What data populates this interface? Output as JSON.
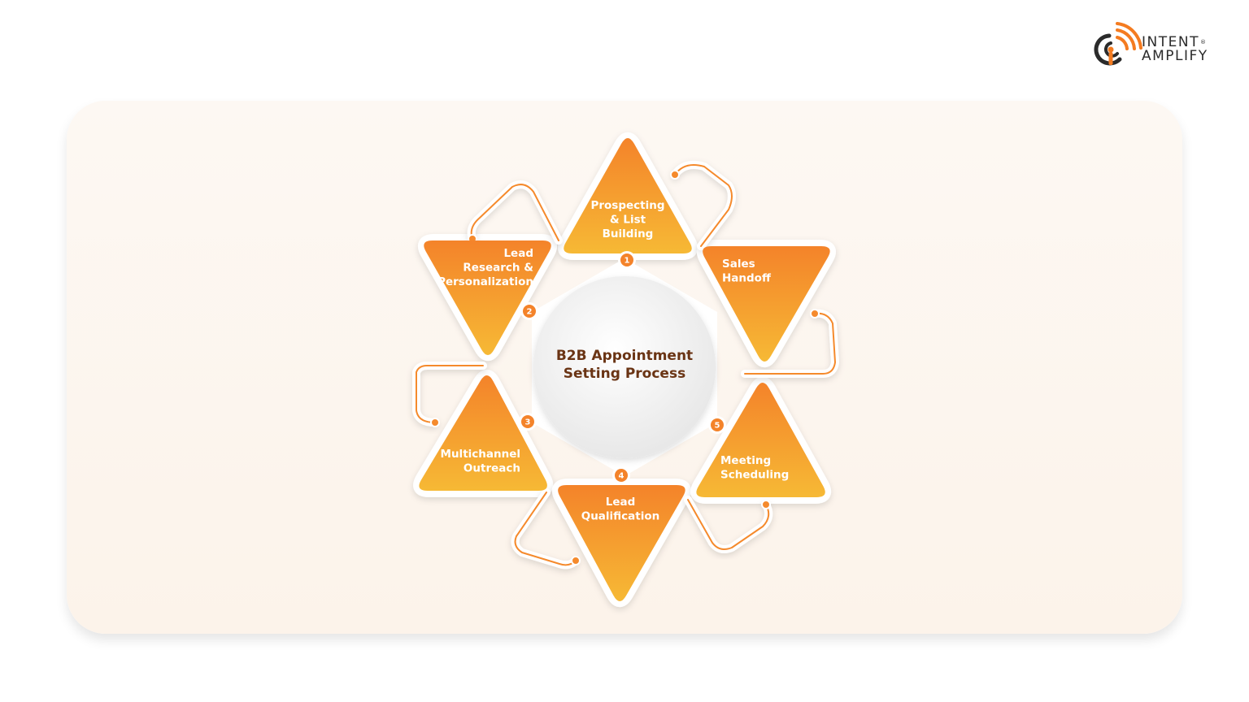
{
  "brand": {
    "line1": "INTENT",
    "line2": "AMPLIFY",
    "registered": "®",
    "icon": "broadcast-signal-icon",
    "colors": {
      "orange": "#f47b20",
      "dark": "#2b2b2b"
    }
  },
  "diagram": {
    "center": {
      "line1": "B2B Appointment",
      "line2": "Setting Process"
    },
    "colors": {
      "triangle_top": "#f4832a",
      "triangle_bottom": "#f6b935",
      "text": "#ffffff",
      "center_text": "#6a3414",
      "connector": "#f58a2c"
    },
    "steps": [
      {
        "number": "1",
        "lines": [
          "Prospecting",
          "& List",
          "Building"
        ]
      },
      {
        "number": "2",
        "lines": [
          "Lead",
          "Research &",
          "Personalization"
        ]
      },
      {
        "number": "3",
        "lines": [
          "Multichannel",
          "Outreach"
        ]
      },
      {
        "number": "4",
        "lines": [
          "Lead",
          "Qualification"
        ]
      },
      {
        "number": "5",
        "lines": [
          "Meeting",
          "Scheduling"
        ]
      },
      {
        "number": "",
        "lines": [
          "Sales",
          "Handoff"
        ]
      }
    ]
  }
}
